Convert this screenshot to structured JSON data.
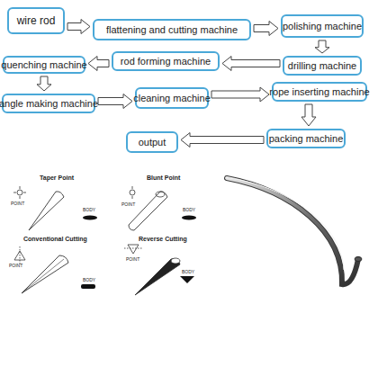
{
  "diagram": {
    "nodes": [
      {
        "text": [
          "wire rod"
        ]
      },
      {
        "text": [
          "flattening and cutting machine"
        ]
      },
      {
        "text": [
          "polishing machine"
        ]
      },
      {
        "text": [
          "drilling machine"
        ]
      },
      {
        "text": [
          "rod forming machine"
        ]
      },
      {
        "text": [
          "quenching machine"
        ]
      },
      {
        "text": [
          "angle making machine"
        ]
      },
      {
        "text": [
          "cleaning machine"
        ]
      },
      {
        "text": [
          "rope inserting machine"
        ]
      },
      {
        "text": [
          "packing machine"
        ]
      },
      {
        "text": [
          "output"
        ]
      }
    ],
    "edges": [
      {
        "from": 0,
        "to": 1,
        "arrow": "to"
      },
      {
        "from": 1,
        "to": 2,
        "arrow": "to"
      },
      {
        "from": 2,
        "to": 3,
        "arrow": "to"
      },
      {
        "from": 3,
        "to": 4,
        "arrow": "to"
      },
      {
        "from": 4,
        "to": 5,
        "arrow": "to"
      },
      {
        "from": 5,
        "to": 6,
        "arrow": "to"
      },
      {
        "from": 6,
        "to": 7,
        "arrow": "to"
      },
      {
        "from": 7,
        "to": 8,
        "arrow": "to"
      },
      {
        "from": 8,
        "to": 9,
        "arrow": "to"
      },
      {
        "from": 9,
        "to": 10,
        "arrow": "to"
      }
    ],
    "labels": [
      "Taper Point",
      "POINT",
      "BODY",
      "Blunt Point",
      "POINT",
      "BODY",
      "Conventional Cutting",
      "POINT",
      "BODY",
      "Reverse Cutting",
      "POINT",
      "BODY"
    ]
  }
}
